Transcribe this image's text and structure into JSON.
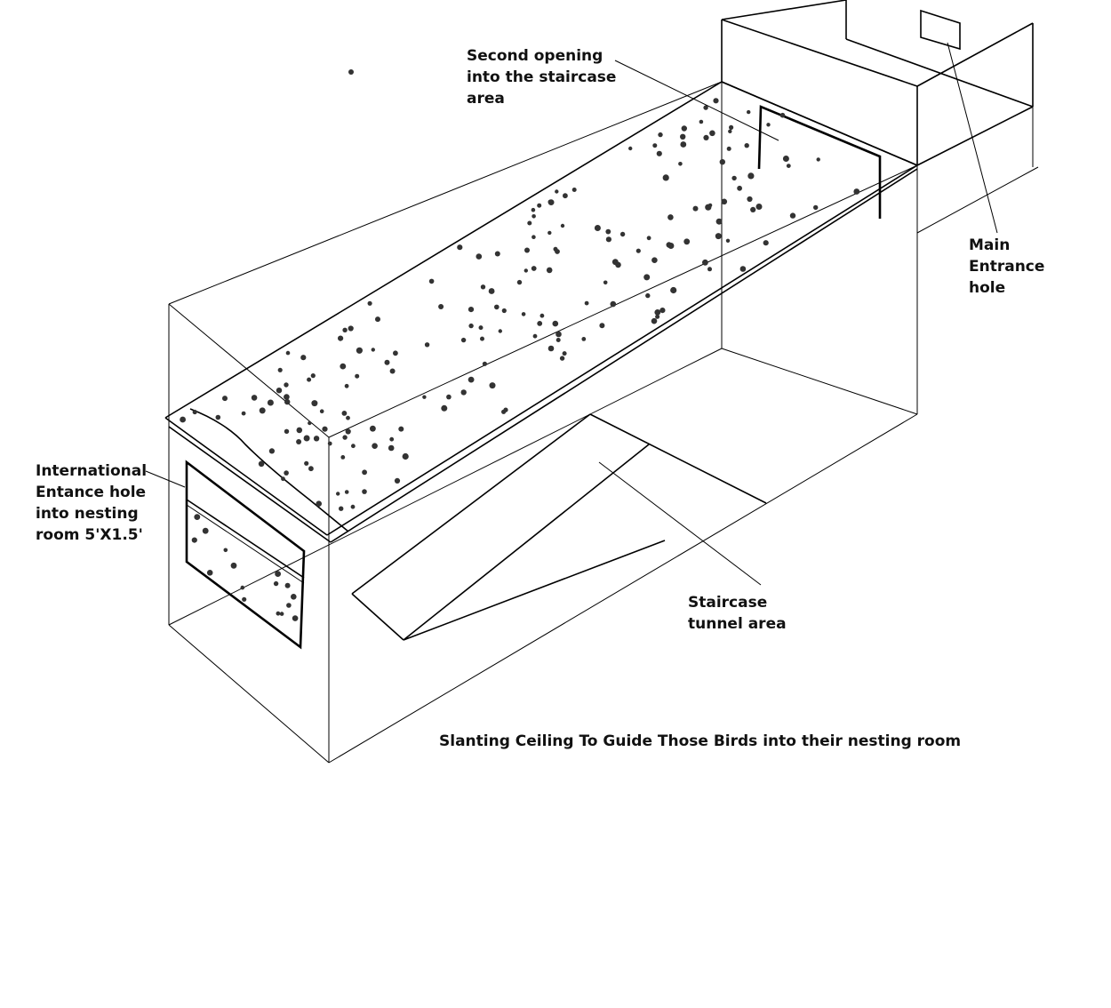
{
  "labels": {
    "second_opening": [
      "Second opening",
      "into the staircase",
      "area"
    ],
    "main_entrance": [
      "Main",
      "Entrance",
      "hole"
    ],
    "international_entrance": [
      "International",
      "Entance hole",
      "into nesting",
      "room 5'X1.5'"
    ],
    "staircase_tunnel": [
      "Staircase",
      "tunnel area"
    ],
    "caption": "Slanting Ceiling To Guide Those Birds into their nesting room"
  },
  "colors": {
    "line": "#000000",
    "text": "#111111",
    "background": "#ffffff"
  }
}
